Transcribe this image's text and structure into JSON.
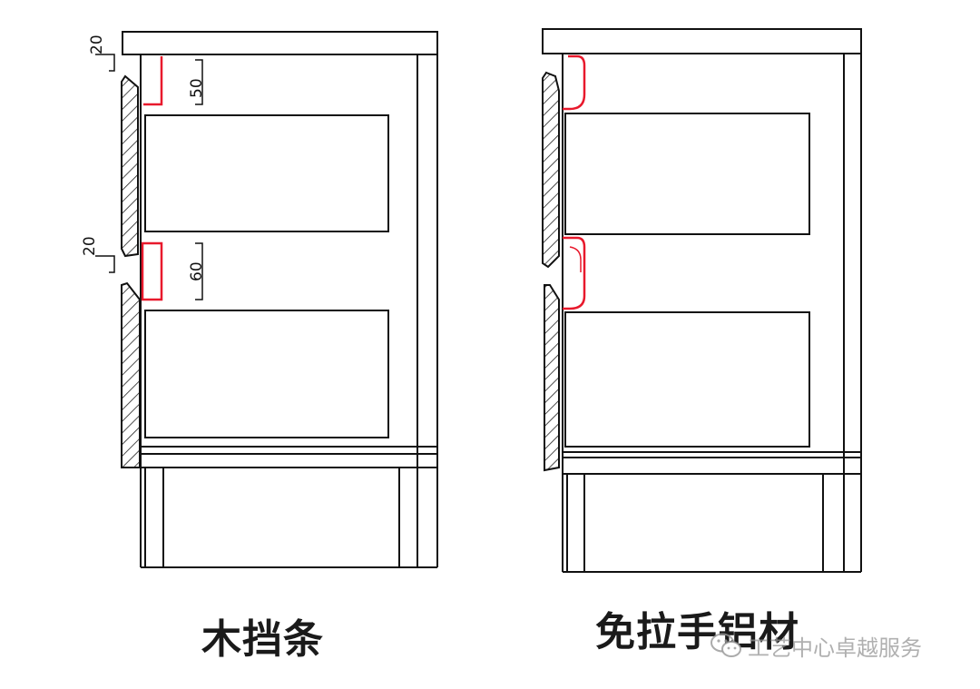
{
  "left_panel": {
    "caption": "木挡条",
    "dim_top_gap": "20",
    "dim_top_handle": "50",
    "dim_mid_gap": "20",
    "dim_mid_handle": "60"
  },
  "right_panel": {
    "caption": "免拉手铝材"
  },
  "watermark": {
    "text": "工艺中心卓越服务",
    "icon": "wechat-icon"
  },
  "colors": {
    "line": "#111111",
    "profile": "#e8192c"
  }
}
